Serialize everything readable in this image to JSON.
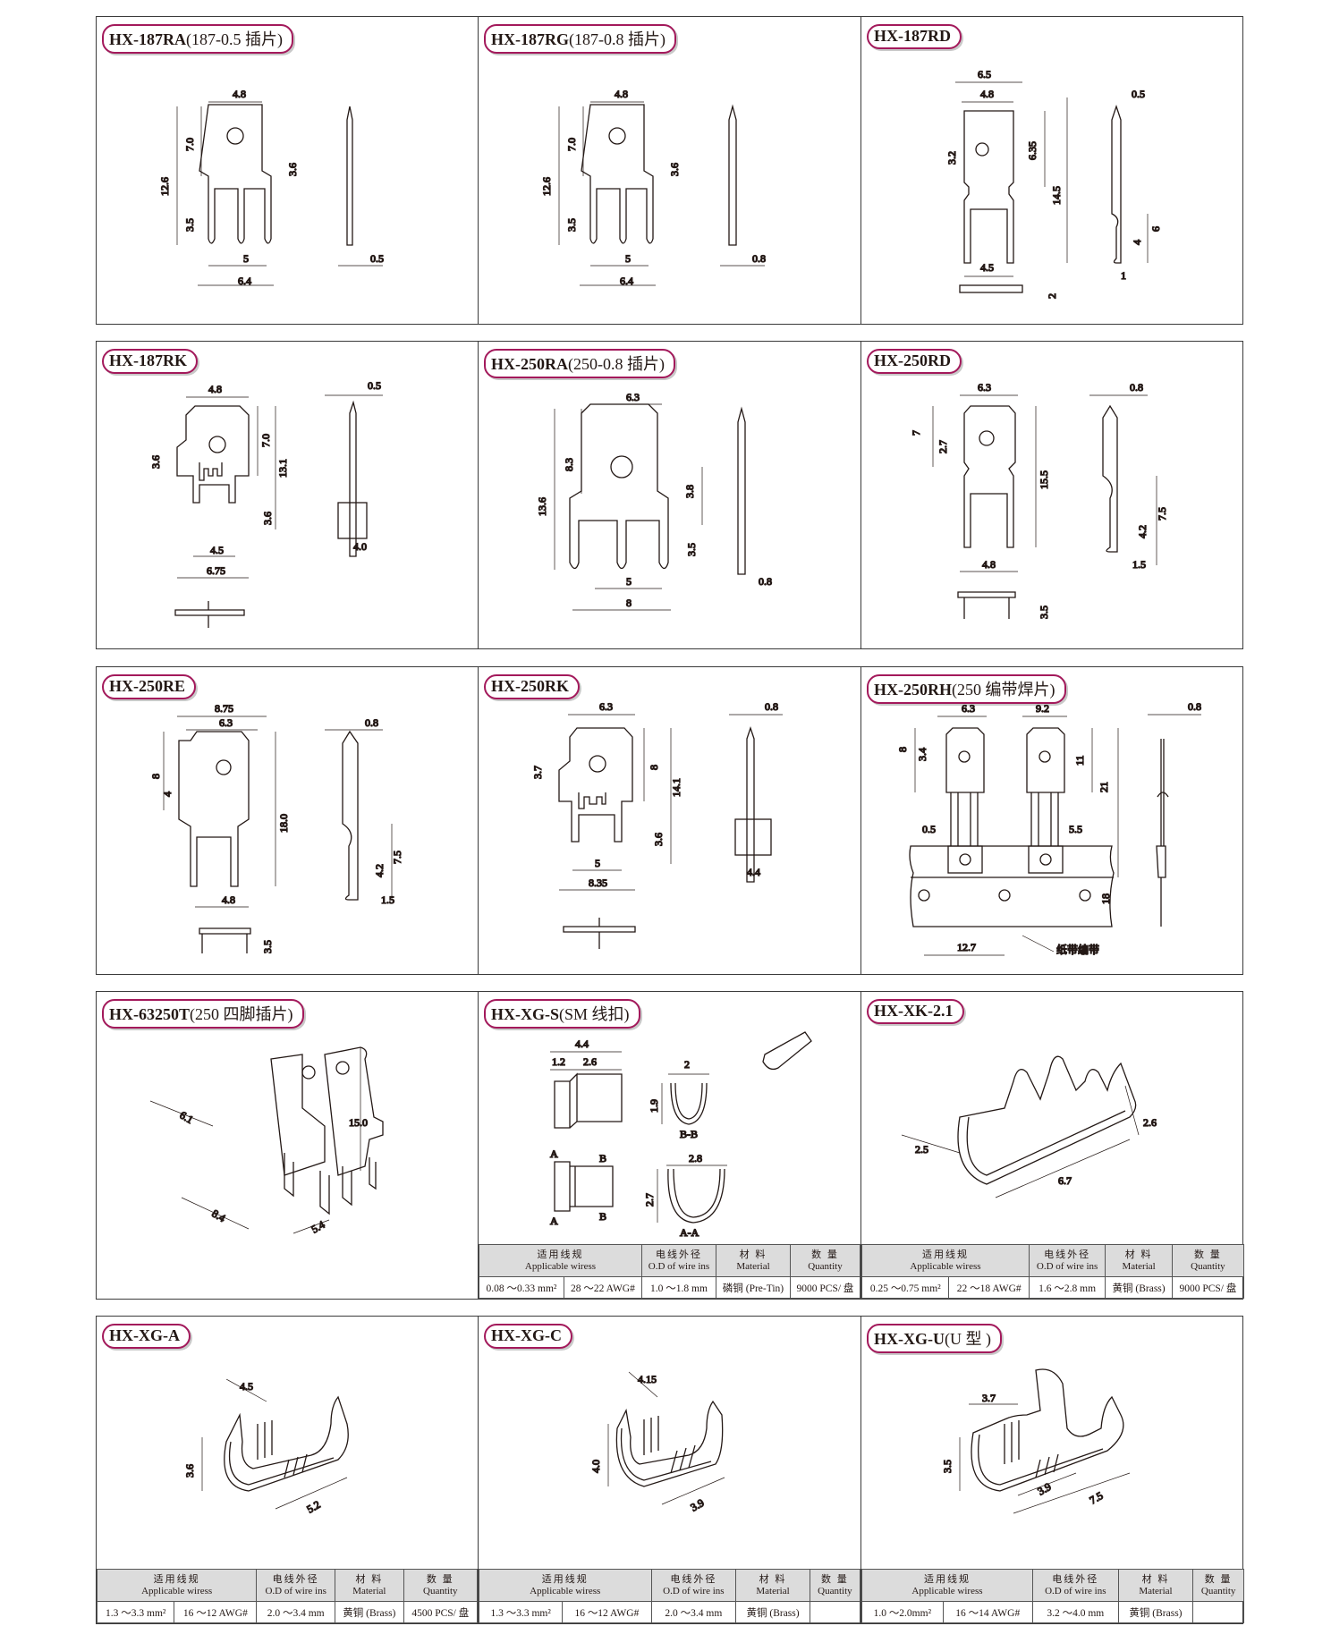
{
  "rows": [
    {
      "cells": [
        {
          "name": "HX-187RA",
          "note": "(187-0.5 插片)",
          "dims": [
            "4.8",
            "7.0",
            "3.6",
            "12.6",
            "3.5",
            "5",
            "6.4",
            "0.5"
          ]
        },
        {
          "name": "HX-187RG",
          "note": "(187-0.8 插片)",
          "dims": [
            "4.8",
            "7.0",
            "3.6",
            "12.6",
            "3.5",
            "5",
            "6.4",
            "0.8"
          ]
        },
        {
          "name": "HX-187RD",
          "note": "",
          "dims": [
            "6.5",
            "4.8",
            "0.5",
            "3.2",
            "6.35",
            "14.5",
            "6",
            "4",
            "1",
            "4.5",
            "2"
          ]
        }
      ]
    },
    {
      "cells": [
        {
          "name": "HX-187RK",
          "note": "",
          "dims": [
            "4.8",
            "0.5",
            "3.6",
            "7.0",
            "13.1",
            "3.6",
            "4.0",
            "4.5",
            "6.75"
          ]
        },
        {
          "name": "HX-250RA",
          "note": "(250-0.8  插片)",
          "dims": [
            "6.3",
            "8.3",
            "13.6",
            "3.8",
            "3.5",
            "5",
            "8",
            "0.8"
          ]
        },
        {
          "name": "HX-250RD",
          "note": "",
          "dims": [
            "6.3",
            "0.8",
            "7",
            "2.7",
            "15.5",
            "7.5",
            "4.2",
            "1.5",
            "4.8",
            "3.5"
          ]
        }
      ]
    },
    {
      "cells": [
        {
          "name": "HX-250RE",
          "note": "",
          "dims": [
            "8.75",
            "6.3",
            "0.8",
            "8",
            "4",
            "18.0",
            "7.5",
            "4.2",
            "4.8",
            "1.5",
            "3.5"
          ]
        },
        {
          "name": "HX-250RK",
          "note": "",
          "dims": [
            "6.3",
            "0.8",
            "3.7",
            "8",
            "14.1",
            "3.6",
            "5",
            "8.35",
            "4.4"
          ]
        },
        {
          "name": "HX-250RH",
          "note": "(250 编带焊片)",
          "dims": [
            "6.3",
            "9.2",
            "0.8",
            "8",
            "3.4",
            "11",
            "21",
            "0.5",
            "5.5",
            "18",
            "12.7"
          ],
          "caption": "纸带编带"
        }
      ]
    },
    {
      "cells": [
        {
          "name": "HX-63250T",
          "note": "(250 四脚插片)",
          "dims": [
            "6.1",
            "15.0",
            "8.4",
            "5.4"
          ]
        },
        {
          "name": "HX-XG-S",
          "note": "(SM 线扣)",
          "dims": [
            "4.4",
            "1.2",
            "2.6",
            "2",
            "1.9",
            "2.8",
            "2.7",
            "A",
            "B"
          ],
          "sections": [
            "B-B",
            "A-A"
          ]
        },
        {
          "name": "HX-XK-2.1",
          "note": "",
          "dims": [
            "2.6",
            "2.5",
            "6.7"
          ]
        }
      ],
      "spec_tables": [
        {
          "headers": [
            {
              "cn": "适用线规",
              "en": "Applicable wiress"
            },
            {
              "cn": "电线外径",
              "en": "O.D of wire ins"
            },
            {
              "cn": "材 料",
              "en": "Material"
            },
            {
              "cn": "数 量",
              "en": "Quantity"
            }
          ],
          "values": [
            "0.08 ～0.33 mm²",
            "28 ～22 AWG#",
            "1.0 ～1.8 mm",
            "磷铜 (Pre-Tin)",
            "9000 PCS/ 盘"
          ]
        },
        {
          "headers": [
            {
              "cn": "适用线规",
              "en": "Applicable wiress"
            },
            {
              "cn": "电线外径",
              "en": "O.D of wire ins"
            },
            {
              "cn": "材 料",
              "en": "Material"
            },
            {
              "cn": "数 量",
              "en": "Quantity"
            }
          ],
          "values": [
            "0.25 ～0.75 mm²",
            "22 ～18 AWG#",
            "1.6 ～2.8 mm",
            "黄铜 (Brass)",
            "9000 PCS/ 盘"
          ]
        }
      ]
    },
    {
      "cells": [
        {
          "name": "HX-XG-A",
          "note": "",
          "dims": [
            "4.5",
            "3.6",
            "5.2"
          ]
        },
        {
          "name": "HX-XG-C",
          "note": "",
          "dims": [
            "4.15",
            "4.0",
            "3.9"
          ]
        },
        {
          "name": "HX-XG-U",
          "note": "(U  型  )",
          "dims": [
            "3.7",
            "3.5",
            "3.9",
            "7.5"
          ]
        }
      ],
      "spec_tables": [
        {
          "headers": [
            {
              "cn": "适用线规",
              "en": "Applicable wiress"
            },
            {
              "cn": "电线外径",
              "en": "O.D of wire ins"
            },
            {
              "cn": "材 料",
              "en": "Material"
            },
            {
              "cn": "数 量",
              "en": "Quantity"
            }
          ],
          "values": [
            "1.3 ～3.3 mm²",
            "16 ～12 AWG#",
            "2.0 ～3.4 mm",
            "黄铜 (Brass)",
            "4500 PCS/ 盘"
          ]
        },
        {
          "headers": [
            {
              "cn": "适用线规",
              "en": "Applicable wiress"
            },
            {
              "cn": "电线外径",
              "en": "O.D of wire ins"
            },
            {
              "cn": "材 料",
              "en": "Material"
            },
            {
              "cn": "数 量",
              "en": "Quantity"
            }
          ],
          "values": [
            "1.3 ～3.3 mm²",
            "16 ～12 AWG#",
            "2.0 ～3.4 mm",
            "黄铜 (Brass)",
            ""
          ]
        },
        {
          "headers": [
            {
              "cn": "适用线规",
              "en": "Applicable wiress"
            },
            {
              "cn": "电线外径",
              "en": "O.D of wire ins"
            },
            {
              "cn": "材 料",
              "en": "Material"
            },
            {
              "cn": "数 量",
              "en": "Quantity"
            }
          ],
          "values": [
            "1.0 ～2.0mm²",
            "16 ～14 AWG#",
            "3.2 ～4.0 mm",
            "黄铜 (Brass)",
            ""
          ]
        }
      ]
    }
  ],
  "colors": {
    "label_border": "#a3195b",
    "line": "#231815",
    "header_bg": "#dcdcdc"
  }
}
